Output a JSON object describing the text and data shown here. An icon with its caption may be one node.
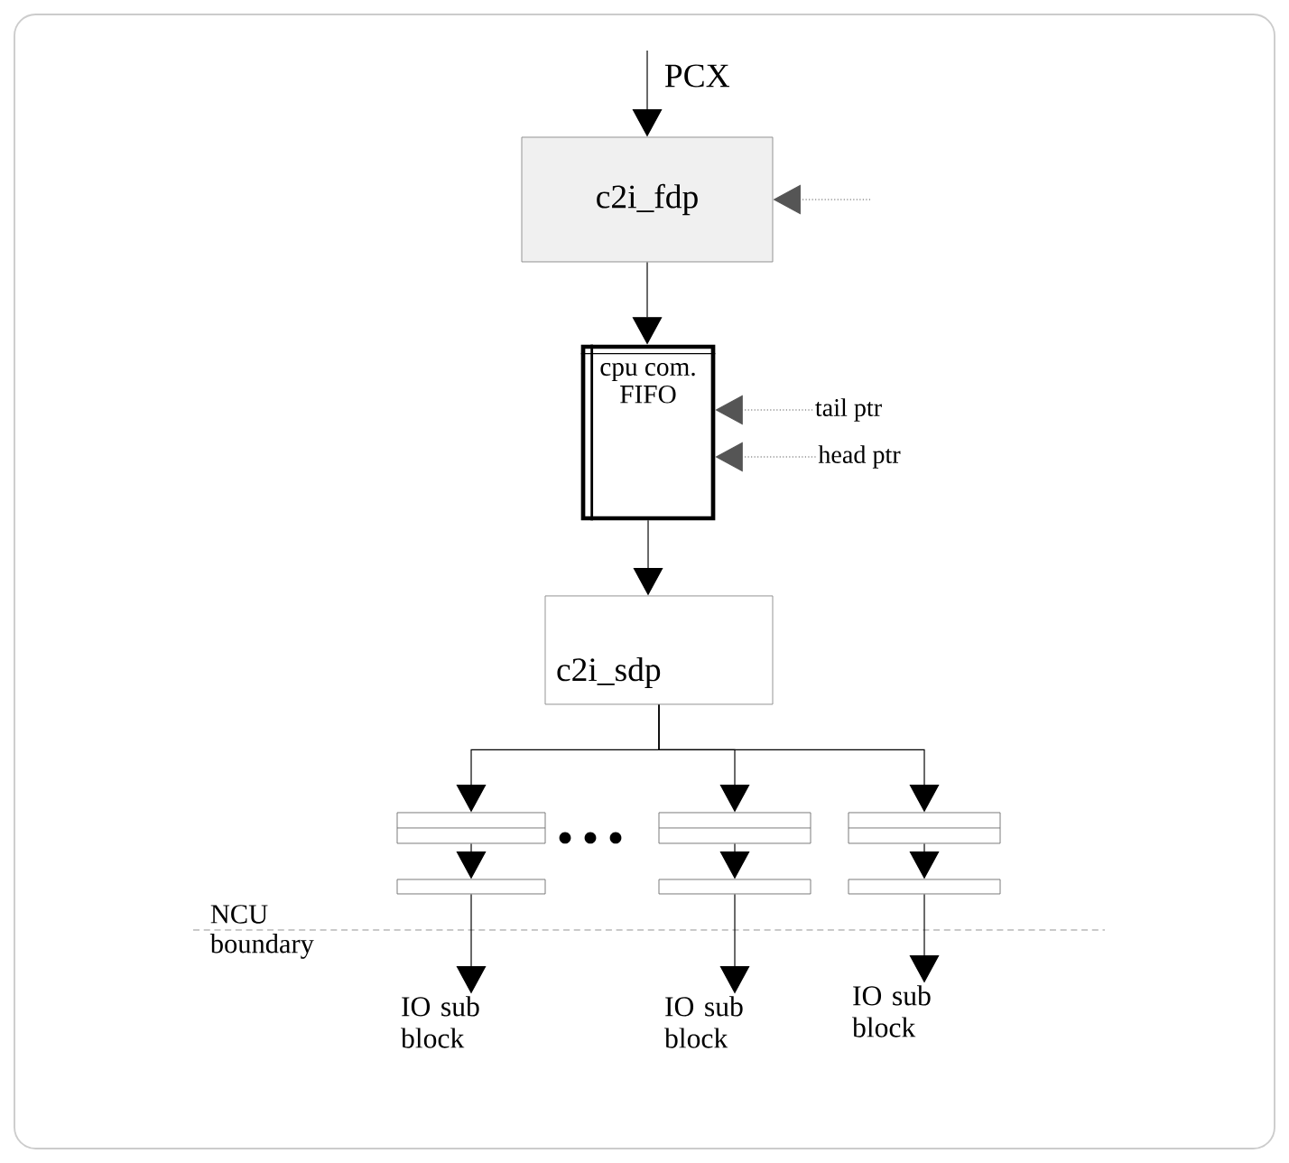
{
  "diagram": {
    "nodes": [
      {
        "text": [
          "c2i_fdp"
        ]
      },
      {
        "text": [
          "cpu com. FIFO"
        ]
      },
      {
        "text": [
          "tail ptr"
        ]
      },
      {
        "text": [
          "head ptr"
        ]
      },
      {
        "text": [
          "c2i_sdp"
        ]
      },
      {
        "text": [],
        "shape": "bar"
      },
      {
        "text": [],
        "shape": "bar"
      },
      {
        "text": [],
        "shape": "bar"
      },
      {
        "text": [],
        "shape": "bar"
      },
      {
        "text": [],
        "shape": "bar"
      },
      {
        "text": [],
        "shape": "bar"
      },
      {
        "text": [
          "IO sub block"
        ]
      },
      {
        "text": [
          "IO sub block"
        ]
      },
      {
        "text": [
          "IO sub block"
        ]
      }
    ],
    "edges": [
      {
        "from": null,
        "to": 0,
        "arrow": "to",
        "label": "PCX"
      },
      {
        "from": null,
        "to": 0,
        "arrow": "to",
        "style": "dashed",
        "color": "#555555"
      },
      {
        "from": 0,
        "to": 1,
        "arrow": "to"
      },
      {
        "from": 2,
        "to": 1,
        "arrow": "to",
        "style": "dashed",
        "color": "#555555"
      },
      {
        "from": 3,
        "to": 1,
        "arrow": "to",
        "style": "dashed",
        "color": "#555555"
      },
      {
        "from": 1,
        "to": 4,
        "arrow": "to"
      },
      {
        "from": 4,
        "to": 5,
        "arrow": "to"
      },
      {
        "from": 4,
        "to": 6,
        "arrow": "to"
      },
      {
        "from": 4,
        "to": 7,
        "arrow": "to"
      },
      {
        "from": 5,
        "to": 8,
        "arrow": "to"
      },
      {
        "from": 6,
        "to": 9,
        "arrow": "to"
      },
      {
        "from": 7,
        "to": 10,
        "arrow": "to"
      },
      {
        "from": 8,
        "to": 11,
        "arrow": "to"
      },
      {
        "from": 9,
        "to": 12,
        "arrow": "to"
      },
      {
        "from": 10,
        "to": 13,
        "arrow": "to"
      }
    ],
    "labels": [
      "NCU boundary"
    ]
  }
}
